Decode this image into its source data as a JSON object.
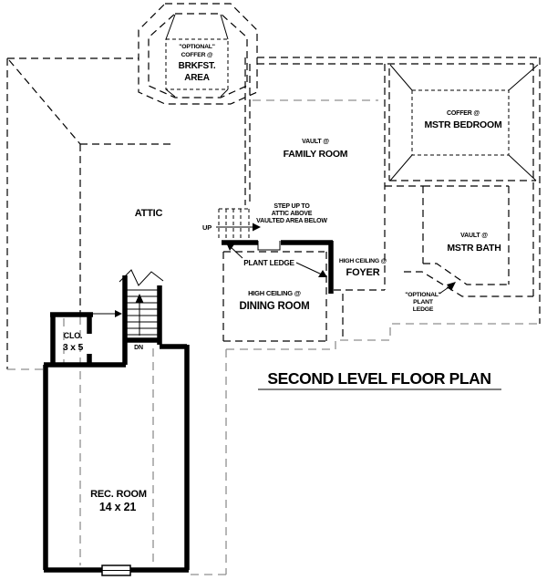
{
  "title": {
    "text": "SECOND LEVEL FLOOR PLAN"
  },
  "labels": {
    "brkfst": {
      "l1": "\"OPTIONAL\"",
      "l2": "COFFER @",
      "l3": "BRKFST.",
      "l4": "AREA"
    },
    "family_room": {
      "l1": "VAULT @",
      "l2": "FAMILY ROOM"
    },
    "mstr_bedroom": {
      "l1": "COFFER @",
      "l2": "MSTR BEDROOM"
    },
    "attic": {
      "l1": "ATTIC"
    },
    "attic_step": {
      "l1": "STEP UP TO",
      "l2": "ATTIC ABOVE",
      "l3": "VAULTED AREA BELOW"
    },
    "up": {
      "l1": "UP"
    },
    "plant_ledge": {
      "l1": "PLANT LEDGE"
    },
    "foyer": {
      "l1": "HIGH CEILING @",
      "l2": "FOYER"
    },
    "dining_room": {
      "l1": "HIGH CEILING @",
      "l2": "DINING ROOM"
    },
    "mstr_bath": {
      "l1": "VAULT @",
      "l2": "MSTR BATH"
    },
    "optional_plant_ledge": {
      "l1": "\"OPTIONAL\"",
      "l2": "PLANT",
      "l3": "LEDGE"
    },
    "closet": {
      "l1": "CLO.",
      "l2": "3 x 5"
    },
    "dn": {
      "l1": "DN"
    },
    "rec_room": {
      "l1": "REC. ROOM",
      "l2": "14 x 21"
    }
  },
  "colors": {
    "line": "#000000",
    "grey_line": "#8f8f8f",
    "background": "#ffffff",
    "text": "#000000"
  }
}
